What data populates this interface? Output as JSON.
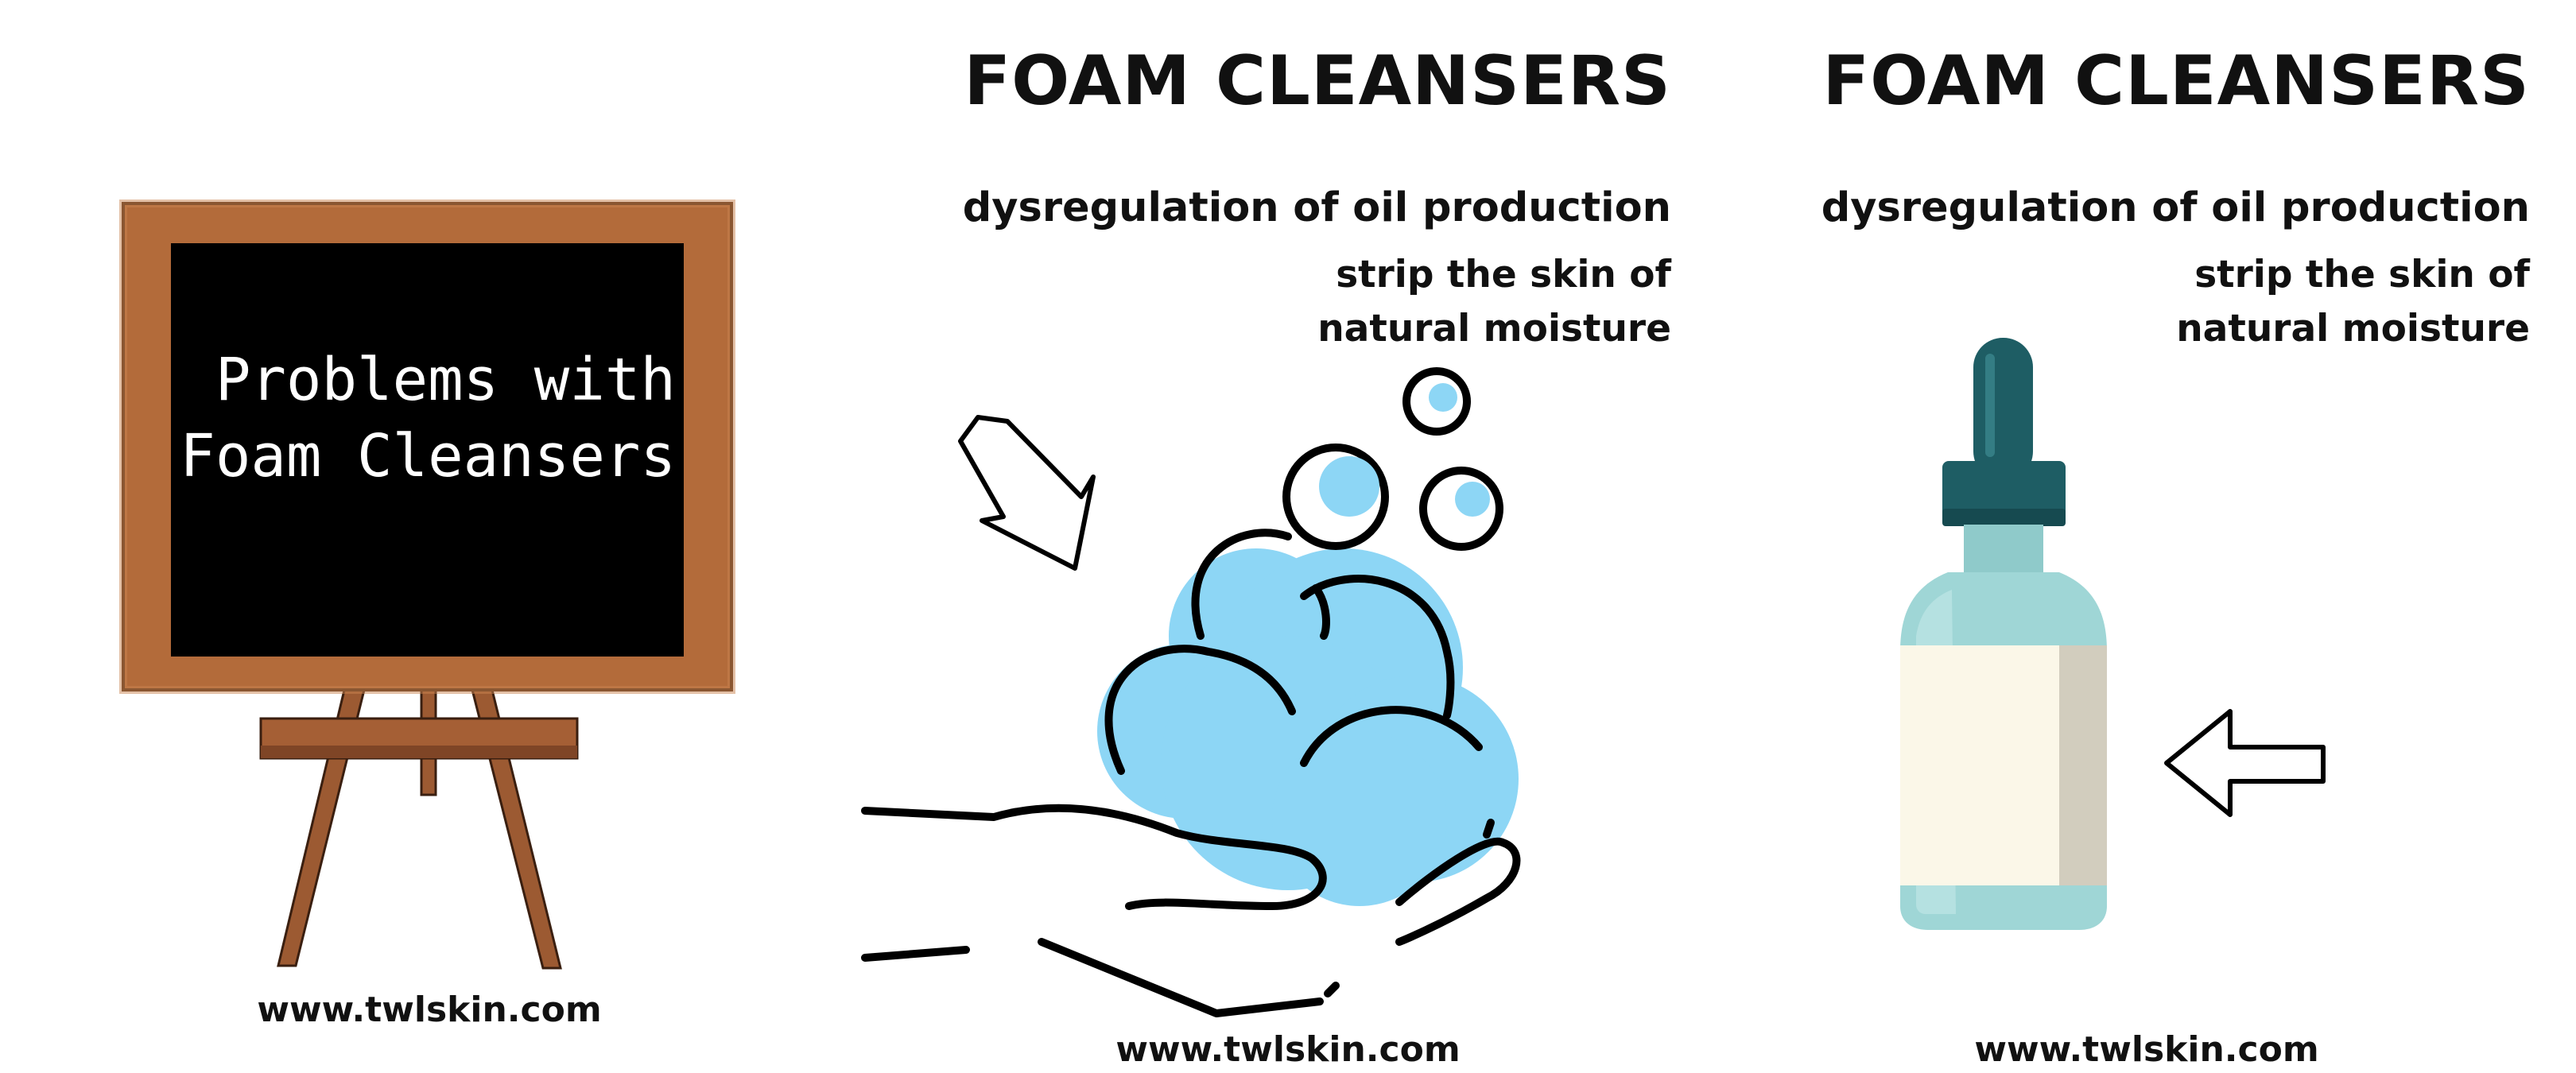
{
  "panel_1": {
    "board_text": "Problems with\nFoam Cleansers",
    "website": "www.twlskin.com"
  },
  "panel_2": {
    "heading": "FOAM CLEANSERS",
    "point_1": "dysregulation of oil production",
    "point_2": "strip the skin of natural moisture",
    "website": "www.twlskin.com"
  },
  "panel_3": {
    "heading": "FOAM CLEANSERS",
    "point_1": "dysregulation of oil production",
    "point_2": "strip the skin of natural moisture",
    "website": "www.twlskin.com"
  },
  "colors": {
    "board_frame": "#b36b3a",
    "board_surface": "#000000",
    "foam": "#8dd6f5",
    "bottle_cap": "#1e5d64",
    "bottle_glass": "#9fd6d6",
    "bottle_label": "#fbf7e8"
  },
  "icons": [
    "chalkboard-icon",
    "hand-foam-icon",
    "arrow-down-right-icon",
    "serum-bottle-icon",
    "arrow-left-icon"
  ]
}
